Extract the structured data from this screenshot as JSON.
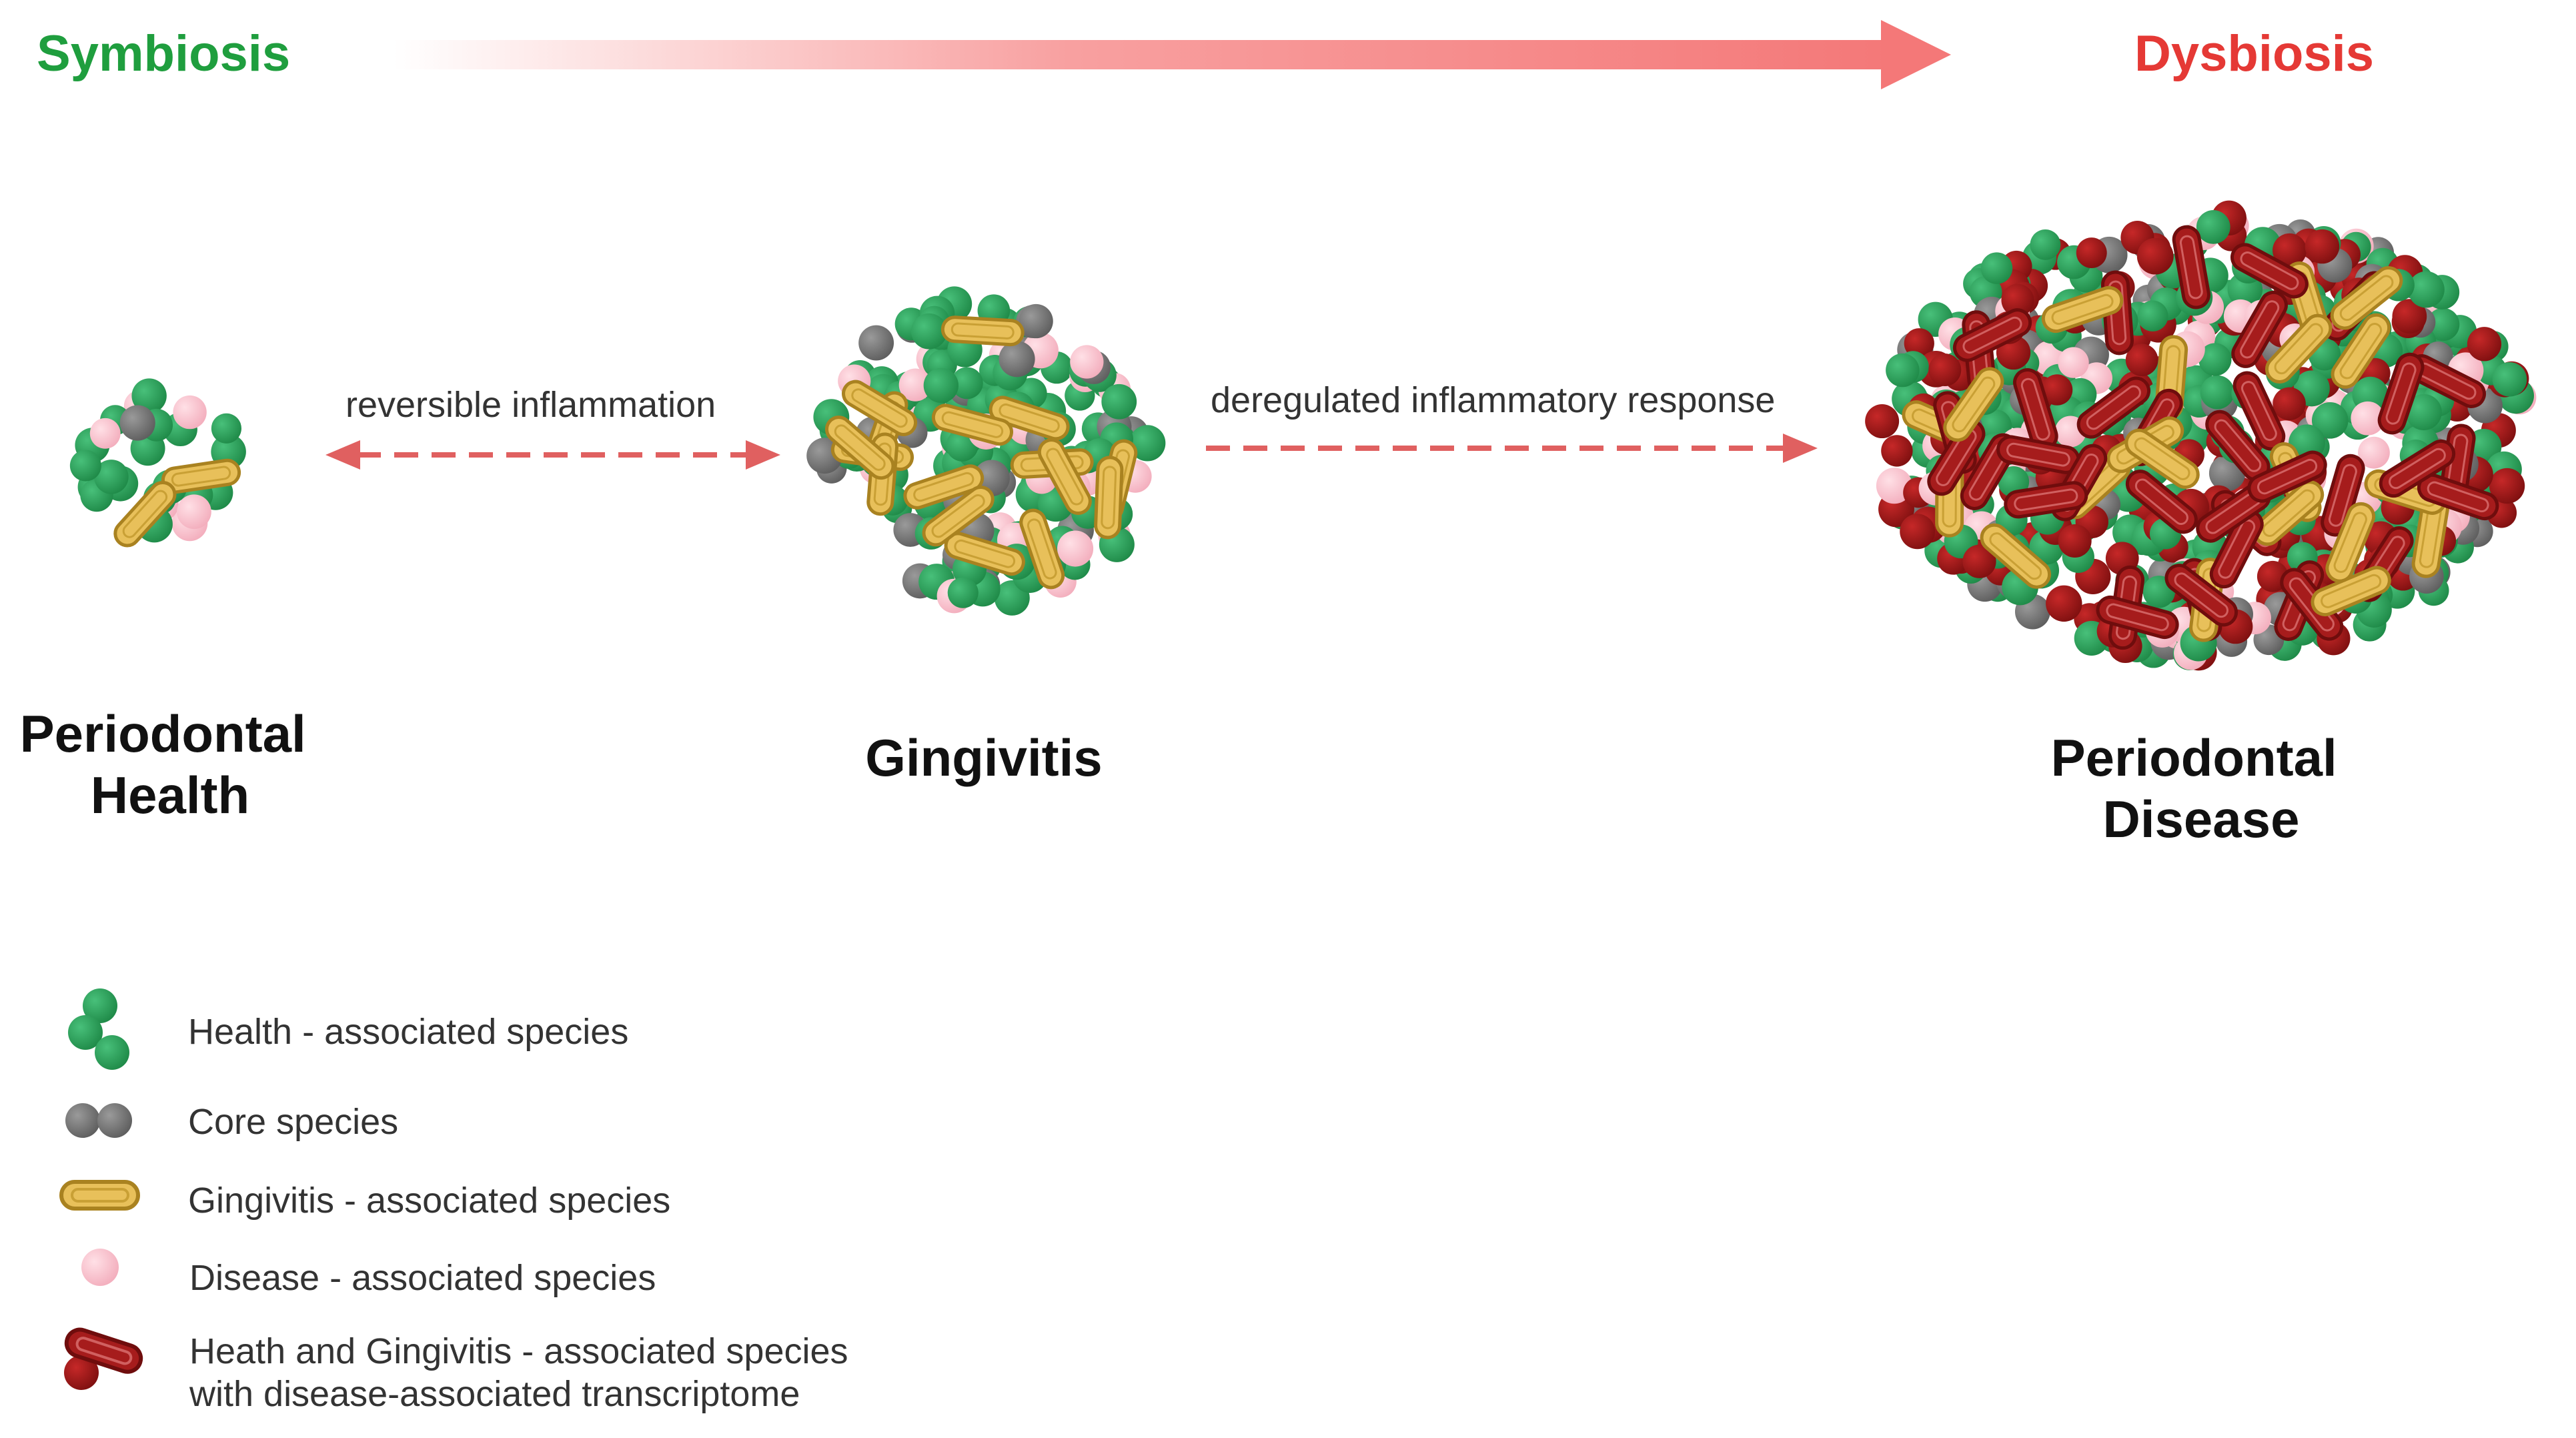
{
  "header": {
    "left_label": "Symbiosis",
    "right_label": "Dysbiosis",
    "left_color": "#1f9e3e",
    "right_color": "#e53935",
    "arrow_color": "#f47f7f"
  },
  "stages": [
    {
      "id": "health",
      "title_lines": [
        "Periodontal",
        "Health"
      ]
    },
    {
      "id": "gingivitis",
      "title_lines": [
        "Gingivitis"
      ]
    },
    {
      "id": "disease",
      "title_lines": [
        "Periodontal",
        "Disease"
      ]
    }
  ],
  "transitions": [
    {
      "label": "reversible inflammation",
      "style": "dashed-bidirectional"
    },
    {
      "label": "deregulated inflammatory response",
      "style": "dashed-forward"
    }
  ],
  "legend": [
    {
      "icon": "green-cocci-icon",
      "lines": [
        "Health - associated species"
      ]
    },
    {
      "icon": "grey-cocci-icon",
      "lines": [
        "Core species"
      ]
    },
    {
      "icon": "yellow-rod-icon",
      "lines": [
        "Gingivitis - associated species"
      ]
    },
    {
      "icon": "pink-cocci-icon",
      "lines": [
        "Disease  - associated species"
      ]
    },
    {
      "icon": "red-rod-icon",
      "lines": [
        "Heath and Gingivitis - associated species",
        "with disease-associated transcriptome"
      ]
    }
  ],
  "colors": {
    "health_species": "#2fa05a",
    "core_species": "#7a7a7a",
    "gingivitis_species": "#e8c05a",
    "disease_species": "#f7c3cc",
    "transcriptome_species": "#a61c1c",
    "dashed_arrow": "#e06060"
  }
}
